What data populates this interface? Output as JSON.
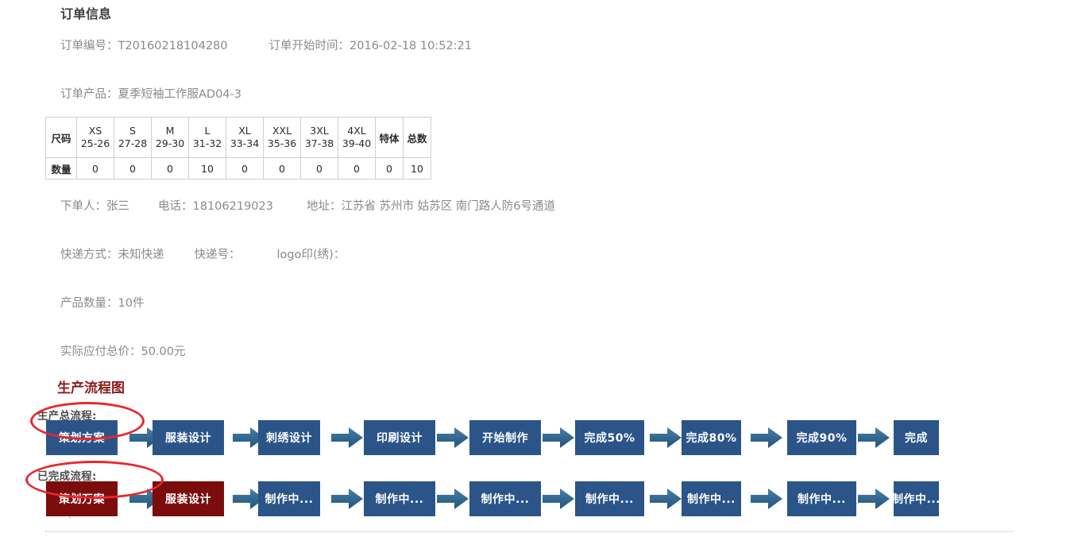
{
  "order_info": {
    "section_title": "订单信息",
    "order_no_label": "订单编号：",
    "order_no_value": "T20160218104280",
    "start_time_label": "订单开始时间：",
    "start_time_value": "2016-02-18 10:52:21",
    "product_label": "订单产品：",
    "product_value": "夏季短袖工作服AD04-3",
    "buyer_label": "下单人：",
    "buyer_value": "张三",
    "phone_label": "电话：",
    "phone_value": "18106219023",
    "address_label": "地址：",
    "address_value": "江苏省 苏州市 姑苏区 南门路人防6号通道",
    "express_label": "快递方式：",
    "express_value": "未知快递",
    "express_no_label": "快递号：",
    "express_no_value": "",
    "logo_label": "logo印(绣)：",
    "logo_value": "",
    "qty_label": "产品数量：",
    "qty_value": "10件",
    "total_label": "实际应付总价：",
    "total_value": "50.00元"
  },
  "size_table": {
    "row_header_size": "尺码",
    "row_header_qty": "数量",
    "columns": [
      {
        "size": "XS",
        "range": "25-26"
      },
      {
        "size": "S",
        "range": "27-28"
      },
      {
        "size": "M",
        "range": "29-30"
      },
      {
        "size": "L",
        "range": "31-32"
      },
      {
        "size": "XL",
        "range": "33-34"
      },
      {
        "size": "XXL",
        "range": "35-36"
      },
      {
        "size": "3XL",
        "range": "37-38"
      },
      {
        "size": "4XL",
        "range": "39-40"
      }
    ],
    "special_label": "特体",
    "total_label": "总数",
    "quantities": [
      "0",
      "0",
      "0",
      "10",
      "0",
      "0",
      "0",
      "0"
    ],
    "special_qty": "0",
    "total_qty": "10"
  },
  "flow": {
    "section_title": "生产流程图",
    "total_label": "生产总流程:",
    "done_label": "已完成流程:",
    "arrow_icon": "right-arrow-icon",
    "box_color_blue": "#2b5489",
    "box_color_red": "#7a0c0c",
    "arrow_color": "#31678f",
    "annotation_color": "#e8262a",
    "total_steps": [
      {
        "label": "策划方案",
        "state": "blue"
      },
      {
        "label": "服装设计",
        "state": "blue"
      },
      {
        "label": "刺绣设计",
        "state": "blue"
      },
      {
        "label": "印刷设计",
        "state": "blue"
      },
      {
        "label": "开始制作",
        "state": "blue"
      },
      {
        "label": "完成50%",
        "state": "blue"
      },
      {
        "label": "完成80%",
        "state": "blue"
      },
      {
        "label": "完成90%",
        "state": "blue"
      },
      {
        "label": "完成",
        "state": "blue"
      }
    ],
    "done_steps": [
      {
        "label": "策划万案",
        "state": "red"
      },
      {
        "label": "服装设计",
        "state": "red"
      },
      {
        "label": "制作中...",
        "state": "blue"
      },
      {
        "label": "制作中...",
        "state": "blue"
      },
      {
        "label": "制作中...",
        "state": "blue"
      },
      {
        "label": "制作中...",
        "state": "blue"
      },
      {
        "label": "制作中...",
        "state": "blue"
      },
      {
        "label": "制作中...",
        "state": "blue"
      },
      {
        "label": "制作中...",
        "state": "blue"
      }
    ]
  }
}
